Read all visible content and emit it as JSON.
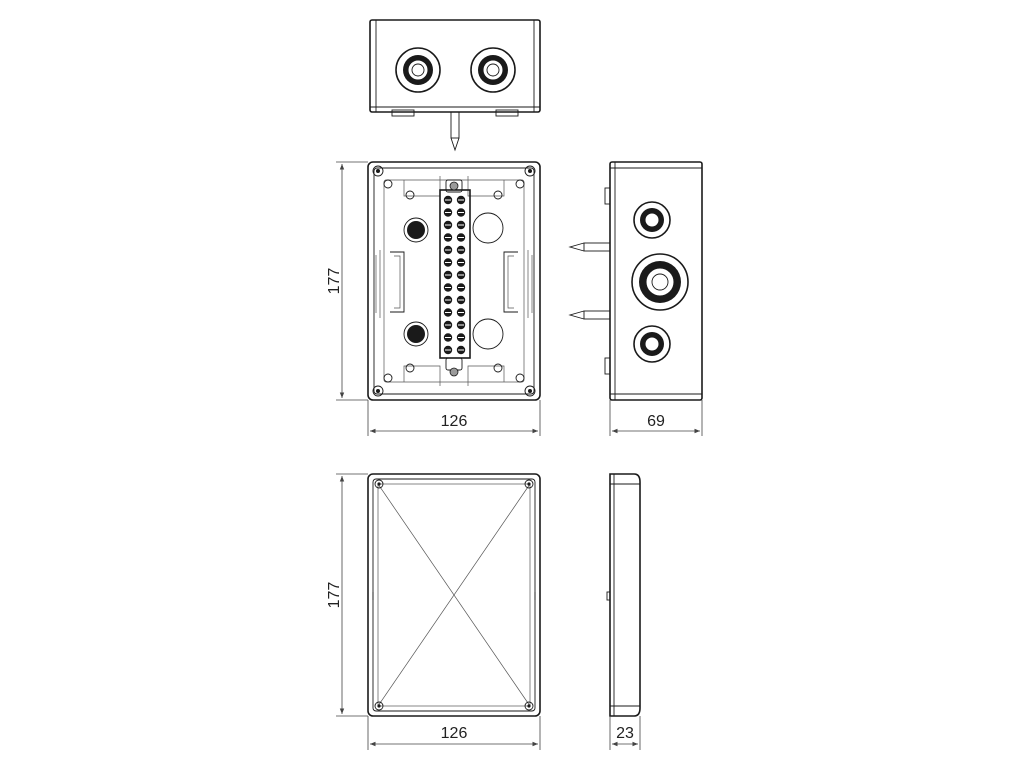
{
  "dimensions": {
    "base_height": "177",
    "base_width": "126",
    "base_depth": "69",
    "lid_height": "177",
    "lid_width": "126",
    "lid_depth": "23"
  }
}
